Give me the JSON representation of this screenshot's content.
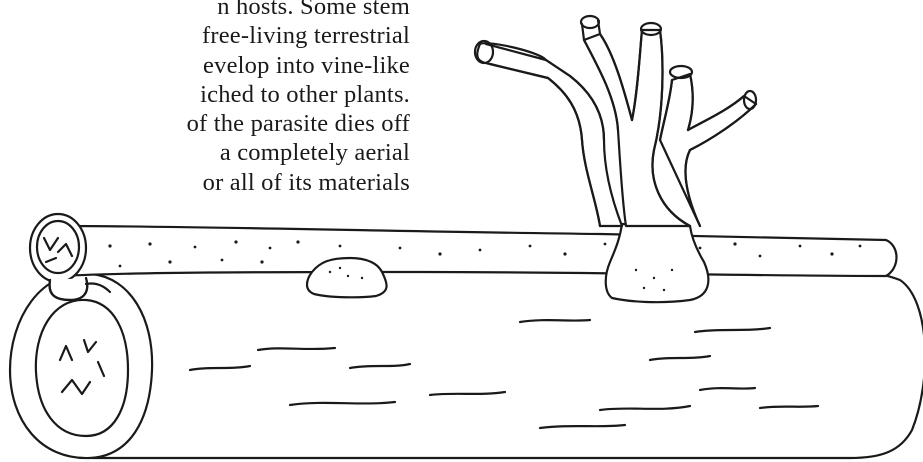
{
  "text": {
    "lines": [
      "n hosts. Some stem",
      "free-living terrestrial",
      "evelop into vine-like",
      "iched to other plants.",
      "of the parasite dies off",
      "a completely aerial",
      "or all of its materials"
    ]
  },
  "figure": {
    "subject": "parasitic plant stem attached by haustoria along a host branch lying on a host log"
  }
}
